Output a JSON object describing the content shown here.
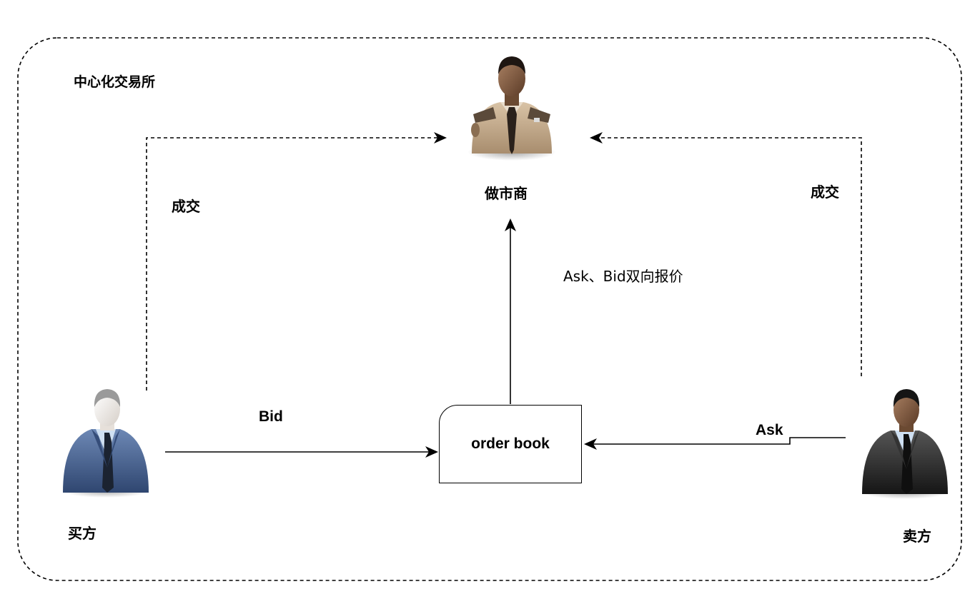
{
  "exchange": {
    "title": "中心化交易所"
  },
  "actors": {
    "market_maker": {
      "label": "做市商",
      "icon": "security-guard-avatar-icon"
    },
    "buyer": {
      "label": "买方",
      "icon": "businessman-blue-suit-avatar-icon"
    },
    "seller": {
      "label": "卖方",
      "icon": "businessman-black-suit-avatar-icon"
    }
  },
  "order_book": {
    "label": "order book"
  },
  "edges": {
    "buyer_to_orderbook": "Bid",
    "seller_to_orderbook": "Ask",
    "orderbook_to_market_maker": "Ask、Bid双向报价",
    "buyer_deal": "成交",
    "seller_deal": "成交"
  },
  "colors": {
    "line": "#000000",
    "buyer_suit": "#4a6591",
    "seller_suit": "#2b2b2b",
    "guard_uniform": "#c2a88a"
  }
}
